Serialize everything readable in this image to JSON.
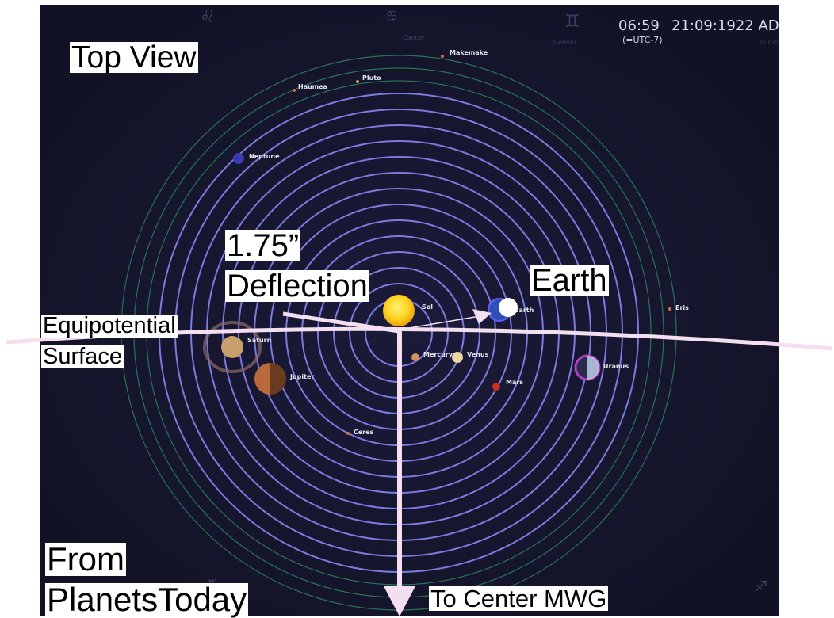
{
  "clock": {
    "time": "06:59",
    "date": "21:09:1922 AD",
    "timezone": "(=UTC-7)"
  },
  "labels": {
    "view": "Top View",
    "deflection_value": "1.75”",
    "deflection_word": "Deflection",
    "earth": "Earth",
    "equipotential_1": "Equipotential",
    "equipotential_2": "Surface",
    "source_1": "From",
    "source_2": "PlanetsToday",
    "direction": "To Center MWG"
  },
  "bodies": {
    "sol": "Sol",
    "earth": "Earth",
    "mercury": "Mercury",
    "venus": "Venus",
    "mars": "Mars",
    "jupiter": "Jupiter",
    "saturn": "Saturn",
    "uranus": "Uranus",
    "neptune": "Neptune",
    "pluto": "Pluto",
    "haumea": "Haumea",
    "makemake": "Makemake",
    "eris": "Eris",
    "ceres": "Ceres"
  },
  "zodiac": {
    "cancer": "Cancer",
    "gemini": "Gemini",
    "taurus": "Taurus"
  },
  "colors": {
    "space": "#16162c",
    "orbit_inner": "#8d8dff",
    "orbit_outer": "#2e7d5a",
    "arrow": "#f3dff0",
    "sun": "#ffd21e"
  }
}
